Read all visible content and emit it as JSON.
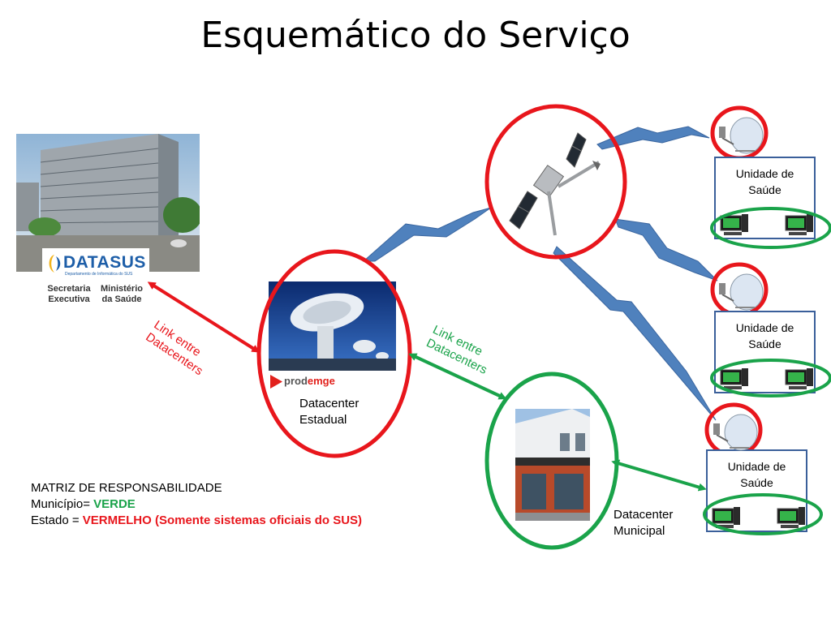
{
  "slide": {
    "title": "Esquemático do Serviço"
  },
  "links": {
    "state_link": "Link entre\nDatacenters",
    "municipal_link": "Link entre\nDatacenters"
  },
  "datacenters": {
    "state": "Datacenter\nEstadual",
    "municipal": "Datacenter\nMunicipal"
  },
  "units": [
    {
      "label": "Unidade de\nSaúde"
    },
    {
      "label": "Unidade de\nSaúde"
    },
    {
      "label": "Unidade de\nSaúde"
    }
  ],
  "datasus_logo": {
    "name": "DATASUS",
    "subtitle": "Departamento de Informática do SUS",
    "left_label": "Secretaria\nExecutiva",
    "right_label": "Ministério\nda Saúde"
  },
  "prodemge_logo": {
    "prefix": "prod",
    "suffix": "emge"
  },
  "legend": {
    "heading": "MATRIZ DE RESPONSABILIDADE",
    "municipio_prefix": "Município= ",
    "municipio_value": "VERDE",
    "estado_prefix": "Estado = ",
    "estado_value": "VERMELHO (Somente sistemas oficiais do SUS)"
  },
  "colors": {
    "red": "#e8161c",
    "green": "#1aa34a",
    "lightning_blue": "#4f81bd",
    "box_border": "#3a5f9a"
  },
  "icons": {
    "satellite": "satellite-icon",
    "dish": "satellite-dish-icon",
    "computer": "desktop-computer-icon",
    "lightning": "wireless-link-bolt-icon"
  }
}
